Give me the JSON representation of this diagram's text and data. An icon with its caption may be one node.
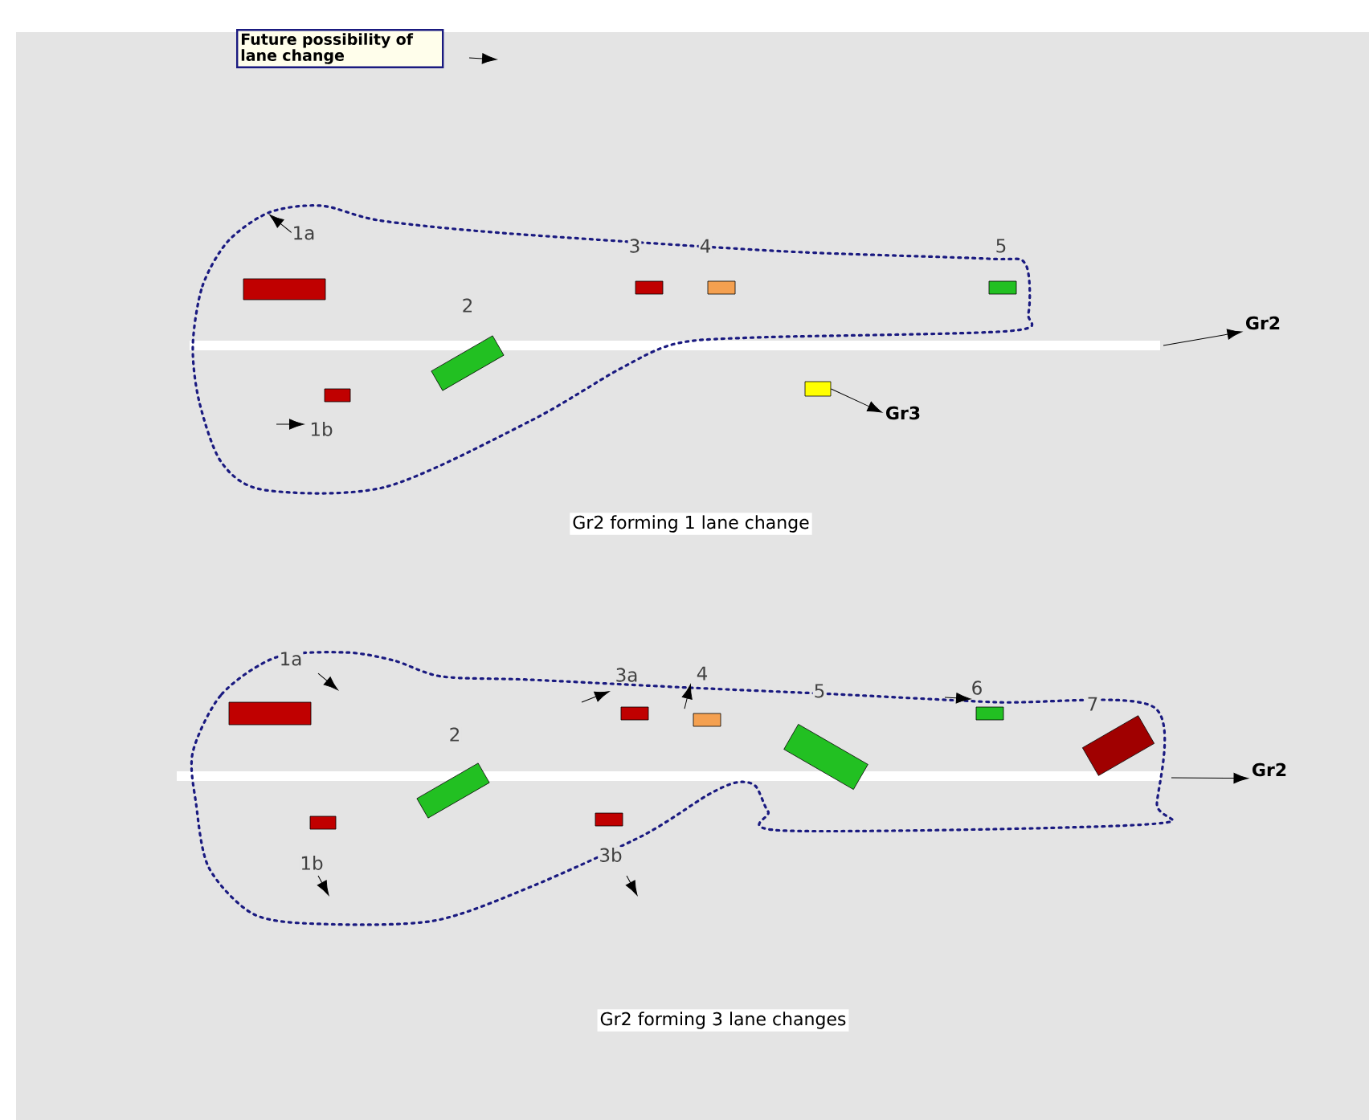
{
  "diagram": {
    "nodes": [
      {
        "text": [
          "Gr2"
        ]
      },
      {
        "text": [],
        "shape": "box"
      },
      {
        "text": [
          "Gr3"
        ]
      },
      {
        "text": [
          "Gr2"
        ]
      }
    ],
    "edges": [
      {
        "from": null,
        "to": 0,
        "arrow": "to"
      },
      {
        "from": 1,
        "to": 2,
        "arrow": "to"
      },
      {
        "from": null,
        "to": 3,
        "arrow": "to"
      }
    ],
    "labels": [
      "1a",
      "3",
      "4",
      "5",
      "2",
      "1b",
      "Gr2 forming 1 lane change",
      "1a",
      "3a",
      "4",
      "5",
      "6",
      "7",
      "2",
      "1b",
      "3b",
      "Gr2 forming 3 lane changes"
    ],
    "legend": [
      {
        "text": "Future possibility of lane change"
      }
    ]
  }
}
